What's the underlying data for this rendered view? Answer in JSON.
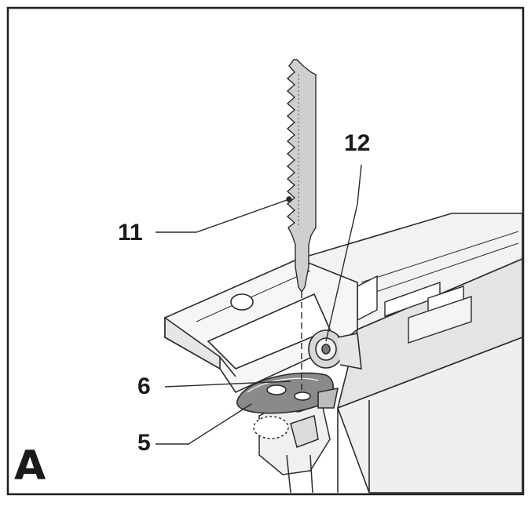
{
  "figure": {
    "panel_letter": "A",
    "callouts": [
      {
        "id": "11",
        "text": "11"
      },
      {
        "id": "12",
        "text": "12"
      },
      {
        "id": "6",
        "text": "6"
      },
      {
        "id": "5",
        "text": "5"
      }
    ],
    "colors": {
      "line": "#2b2b2b",
      "frame": "#1e1e1e",
      "blade_fill": "#cfcfcf",
      "body_fill": "#e9e9e9",
      "lever_fill": "#8a8a8a",
      "background": "#ffffff"
    }
  }
}
